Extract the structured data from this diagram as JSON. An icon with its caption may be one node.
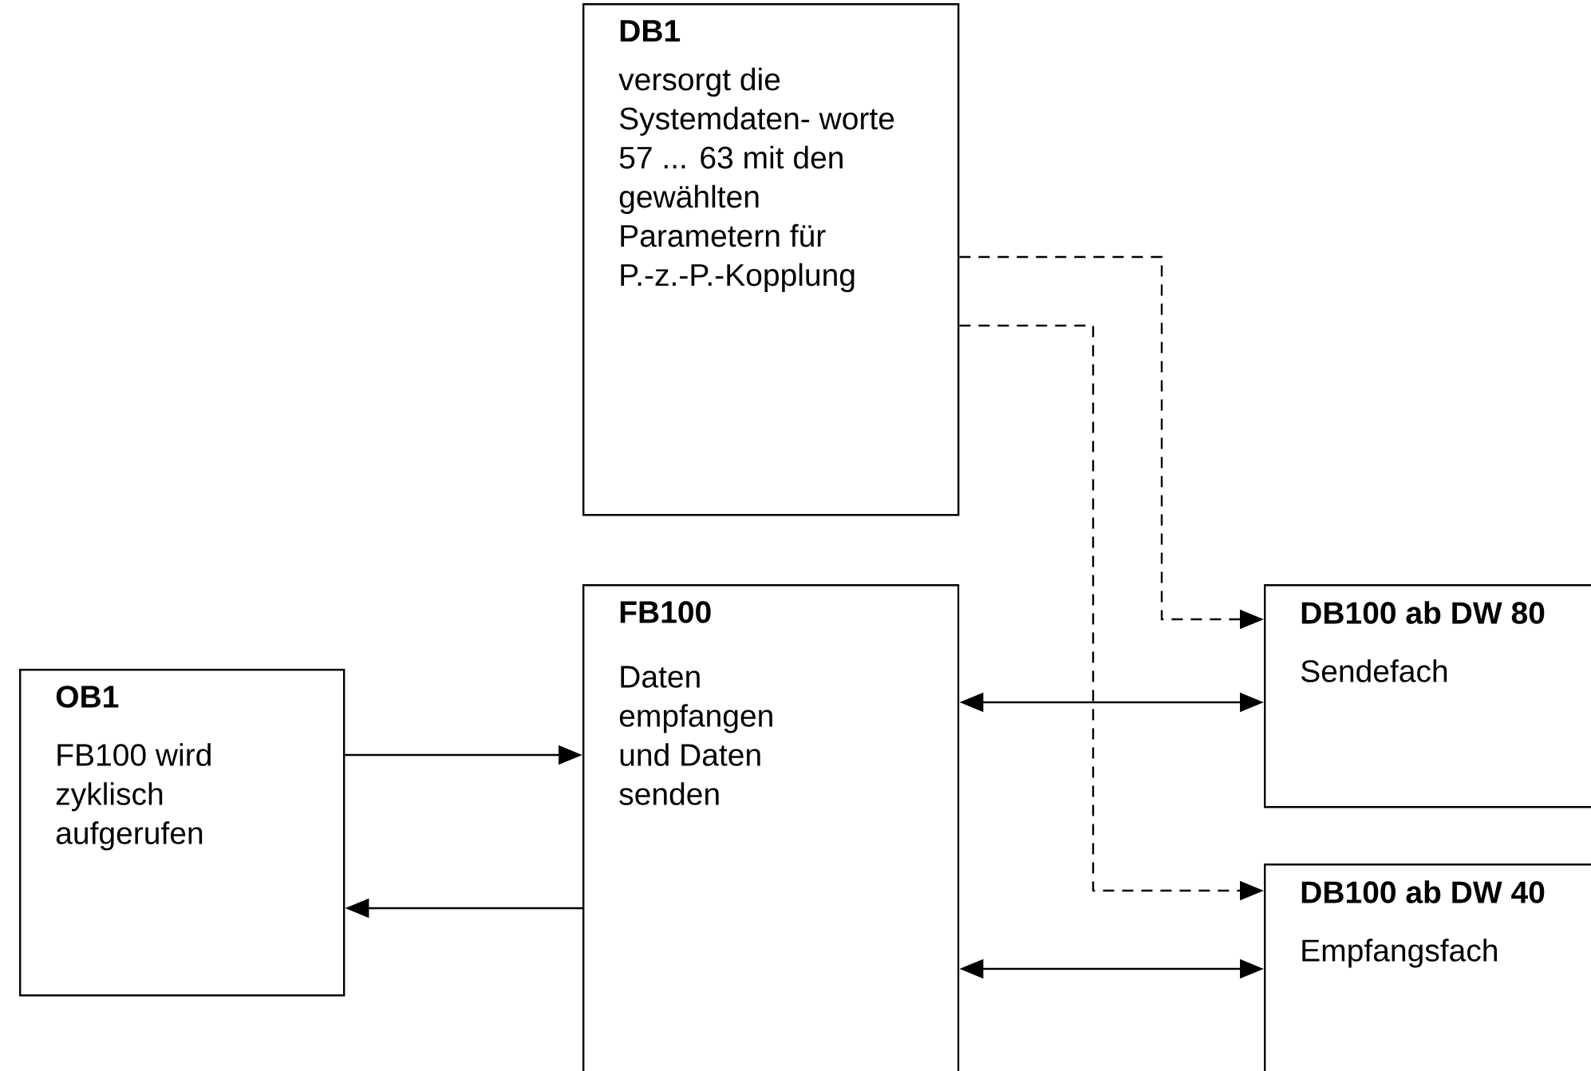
{
  "diagram": {
    "nodes": [
      {
        "text": [
          "DB1",
          "versorgt die Systemdaten- worte 57 ... 63 mit den gewählten Parametern für P.-z.-P.-Kopplung"
        ]
      },
      {
        "text": [
          "FB100",
          "Daten empfangen und Daten senden"
        ]
      },
      {
        "text": [
          "OB1",
          "FB100 wird zyklisch aufgerufen"
        ]
      },
      {
        "text": [
          "DB100 ab DW 80",
          "Sendefach"
        ]
      },
      {
        "text": [
          "DB100 ab DW 40",
          "Empfangsfach"
        ]
      }
    ],
    "edges": [
      {
        "from": 0,
        "to": 3,
        "arrow": "to",
        "style": "dashed"
      },
      {
        "from": 0,
        "to": 4,
        "arrow": "to",
        "style": "dashed"
      },
      {
        "from": 2,
        "to": 1,
        "arrow": "to"
      },
      {
        "from": 1,
        "to": 2,
        "arrow": "to"
      },
      {
        "from": 1,
        "to": 3,
        "arrow": "both"
      },
      {
        "from": 1,
        "to": 4,
        "arrow": "both"
      }
    ]
  }
}
